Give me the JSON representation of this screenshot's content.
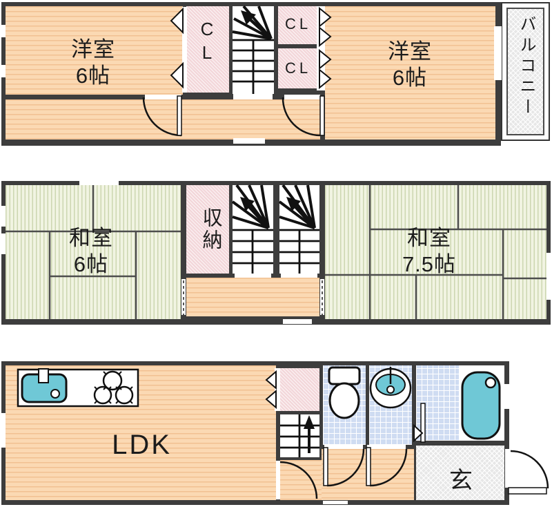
{
  "colors": {
    "wall": "#3d3d3d",
    "wood_floor": "#fbd9b3",
    "tatami": "#f1f4e2",
    "closet_pink": "#f3d7da",
    "tile_blue": "#cfdcf2",
    "fixture_teal": "#6fc8d6",
    "hatch_grey": "#e7e7e7"
  },
  "upper_floor": {
    "western_room_left": {
      "name": "洋室",
      "size": "6帖"
    },
    "western_room_right": {
      "name": "洋室",
      "size": "6帖"
    },
    "closet_left_label": "CL",
    "closet_right_top_label": "CL",
    "closet_right_bottom_label": "CL",
    "balcony_label": "バルコニー"
  },
  "middle_floor": {
    "japanese_room_left": {
      "name": "和室",
      "size": "6帖"
    },
    "japanese_room_right": {
      "name": "和室",
      "size": "7.5帖"
    },
    "storage_label": "収納"
  },
  "lower_floor": {
    "ldk_label": "LDK",
    "entrance_label": "玄"
  }
}
